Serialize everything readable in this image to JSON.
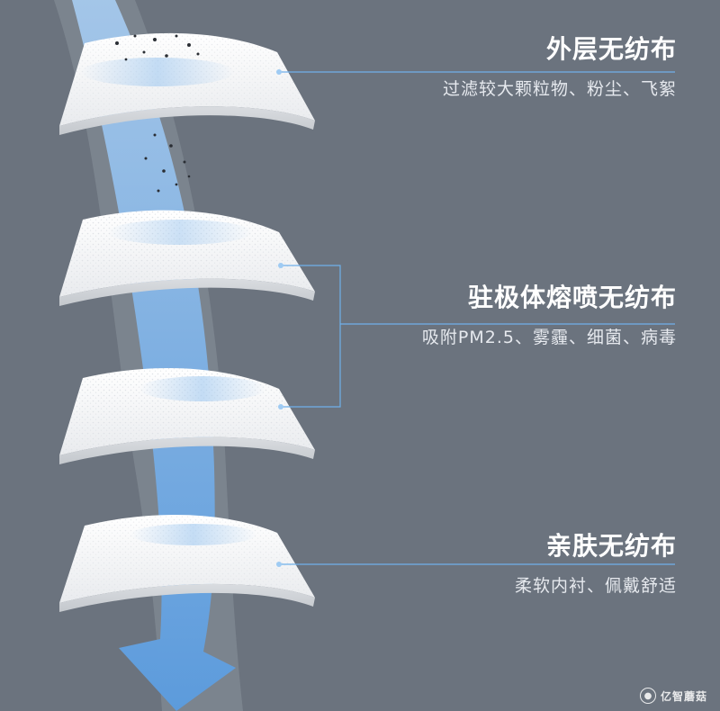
{
  "layers": [
    {
      "id": "outer",
      "title": "外层无纺布",
      "desc": "过滤较大颗粒物、粉尘、飞絮"
    },
    {
      "id": "melt",
      "title": "驻极体熔喷无纺布",
      "desc": "吸附PM2.5、雾霾、细菌、病毒"
    },
    {
      "id": "skin",
      "title": "亲肤无纺布",
      "desc": "柔软内衬、佩戴舒适"
    }
  ],
  "watermark": {
    "text": "亿智蘑菇"
  },
  "colors": {
    "background": "#6b737e",
    "sheet": "#f4f5f6",
    "airflow": "#7fb2e6",
    "leader_line": "#6fb0ea"
  }
}
